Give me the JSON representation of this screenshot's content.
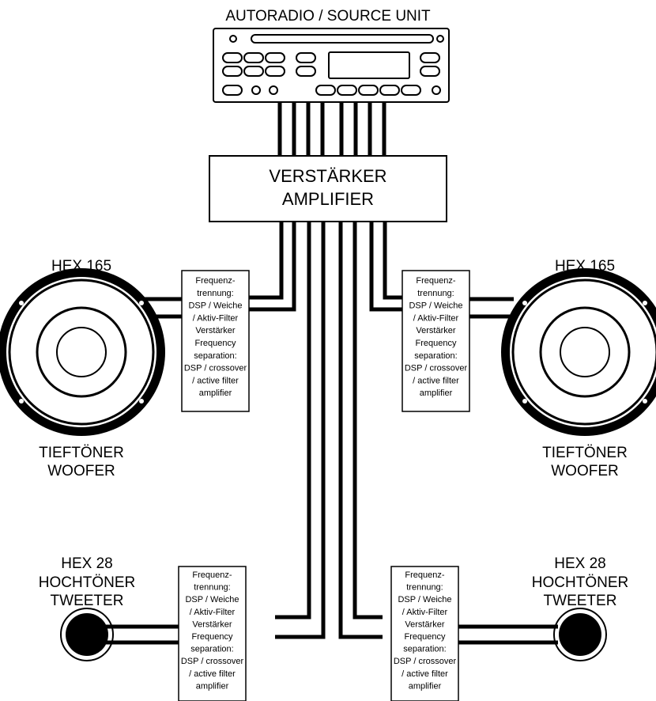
{
  "header": {
    "title": "AUTORADIO / SOURCE UNIT"
  },
  "amplifier": {
    "line1": "VERSTÄRKER",
    "line2": "AMPLIFIER"
  },
  "woofer_left": {
    "model": "HEX 165",
    "line1": "TIEFTÖNER",
    "line2": "WOOFER"
  },
  "woofer_right": {
    "model": "HEX 165",
    "line1": "TIEFTÖNER",
    "line2": "WOOFER"
  },
  "tweeter_left": {
    "model": "HEX 28",
    "line1": "HOCHTÖNER",
    "line2": "TWEETER"
  },
  "tweeter_right": {
    "model": "HEX 28",
    "line1": "HOCHTÖNER",
    "line2": "TWEETER"
  },
  "crossover": {
    "lines": [
      "Frequenz-",
      "trennung:",
      "DSP / Weiche",
      "/ Aktiv-Filter",
      "Verstärker",
      "Frequency",
      "separation:",
      "DSP / crossover",
      "/ active filter",
      "amplifier"
    ]
  },
  "colors": {
    "line": "#000000",
    "background": "#ffffff",
    "panel": "#ffffff"
  }
}
